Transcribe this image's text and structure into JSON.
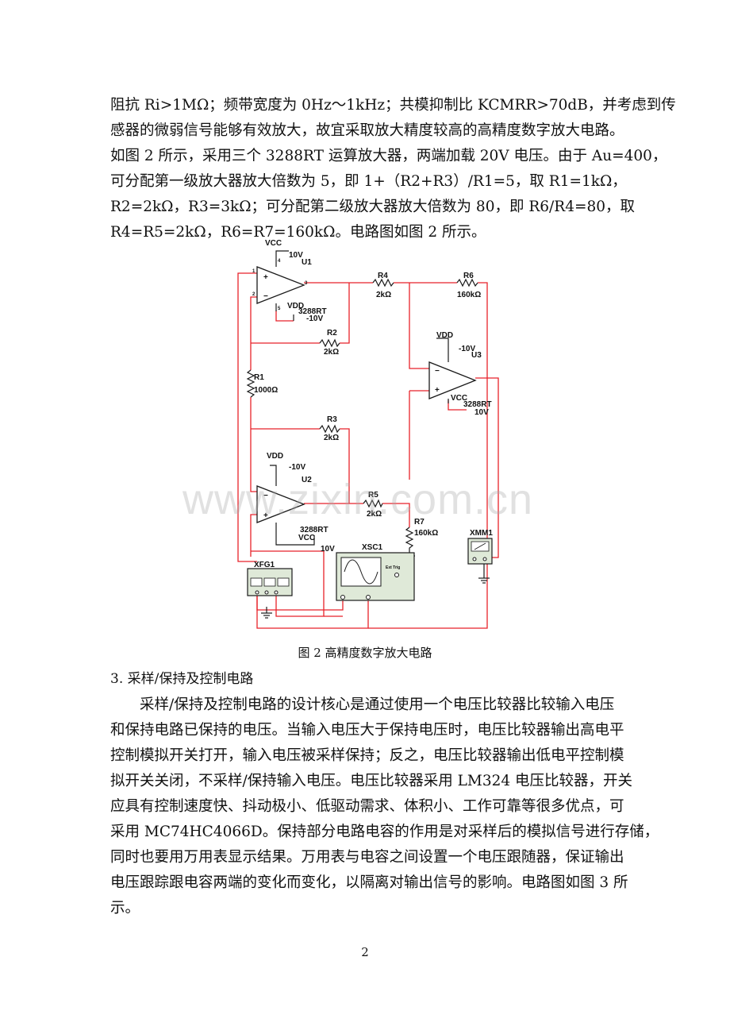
{
  "intro_lines": [
    "阻抗 Ri>1MΩ；频带宽度为 0Hz～1kHz；共模抑制比 KCMRR>70dB，并考虑到传",
    "感器的微弱信号能够有效放大，故宜采取放大精度较高的高精度数字放大电路。",
    "如图 2 所示，采用三个 3288RT 运算放大器，两端加载 20V 电压。由于 Au=400，",
    "可分配第一级放大器放大倍数为 5，即 1+（R2+R3）/R1=5，取 R1=1kΩ，",
    "R2=2kΩ，R3=3kΩ；可分配第二级放大器放大倍数为 80，即 R6/R4=80，取",
    "R4=R5=2kΩ，R6=R7=160kΩ。电路图如图 2 所示。"
  ],
  "circuit": {
    "vcc": "VCC",
    "vdd": "VDD",
    "u1": {
      "name": "U1",
      "supply": "10V",
      "model": "3288RT",
      "neg": "-10V"
    },
    "u2": {
      "name": "U2",
      "supply": "-10V",
      "model": "3288RT",
      "pos": "10V"
    },
    "u3": {
      "name": "U3",
      "supply": "-10V",
      "model": "3288RT",
      "pos": "10V"
    },
    "r1": {
      "name": "R1",
      "value": "1000Ω"
    },
    "r2": {
      "name": "R2",
      "value": "2kΩ"
    },
    "r3": {
      "name": "R3",
      "value": "2kΩ"
    },
    "r4": {
      "name": "R4",
      "value": "2kΩ"
    },
    "r5": {
      "name": "R5",
      "value": "2kΩ"
    },
    "r6": {
      "name": "R6",
      "value": "160kΩ"
    },
    "r7": {
      "name": "R7",
      "value": "160kΩ"
    },
    "xsc": "XSC1",
    "xfg": "XFG1",
    "xmm": "XMM1",
    "ext_trig": "Ext Trig",
    "pins": {
      "p1": "1",
      "p2": "2",
      "p3": "3",
      "p4": "4",
      "p5": "5"
    }
  },
  "watermark": "www.zixin.com.cn",
  "caption": "图 2    高精度数字放大电路",
  "section_heading": "3. 采样/保持及控制电路",
  "body_lines": [
    "采样/保持及控制电路的设计核心是通过使用一个电压比较器比较输入电压",
    "和保持电路已保持的电压。当输入电压大于保持电压时，电压比较器输出高电平",
    "控制模拟开关打开，输入电压被采样保持；反之，电压比较器输出低电平控制模",
    "拟开关关闭，不采样/保持输入电压。电压比较器采用 LM324 电压比较器，开关",
    "应具有控制速度快、抖动极小、低驱动需求、体积小、工作可靠等很多优点，可",
    "采用 MC74HC4066D。保持部分电路电容的作用是对采样后的模拟信号进行存储，",
    "同时也要用万用表显示结果。万用表与电容之间设置一个电压跟随器，保证输出",
    "电压跟踪跟电容两端的变化而变化，以隔离对输出信号的影响。电路图如图 3 所",
    "示。"
  ],
  "page_number": "2",
  "colors": {
    "wire": "#e8222a",
    "component": "#1a1a1a",
    "instrument_fill": "#dfe9d8"
  }
}
